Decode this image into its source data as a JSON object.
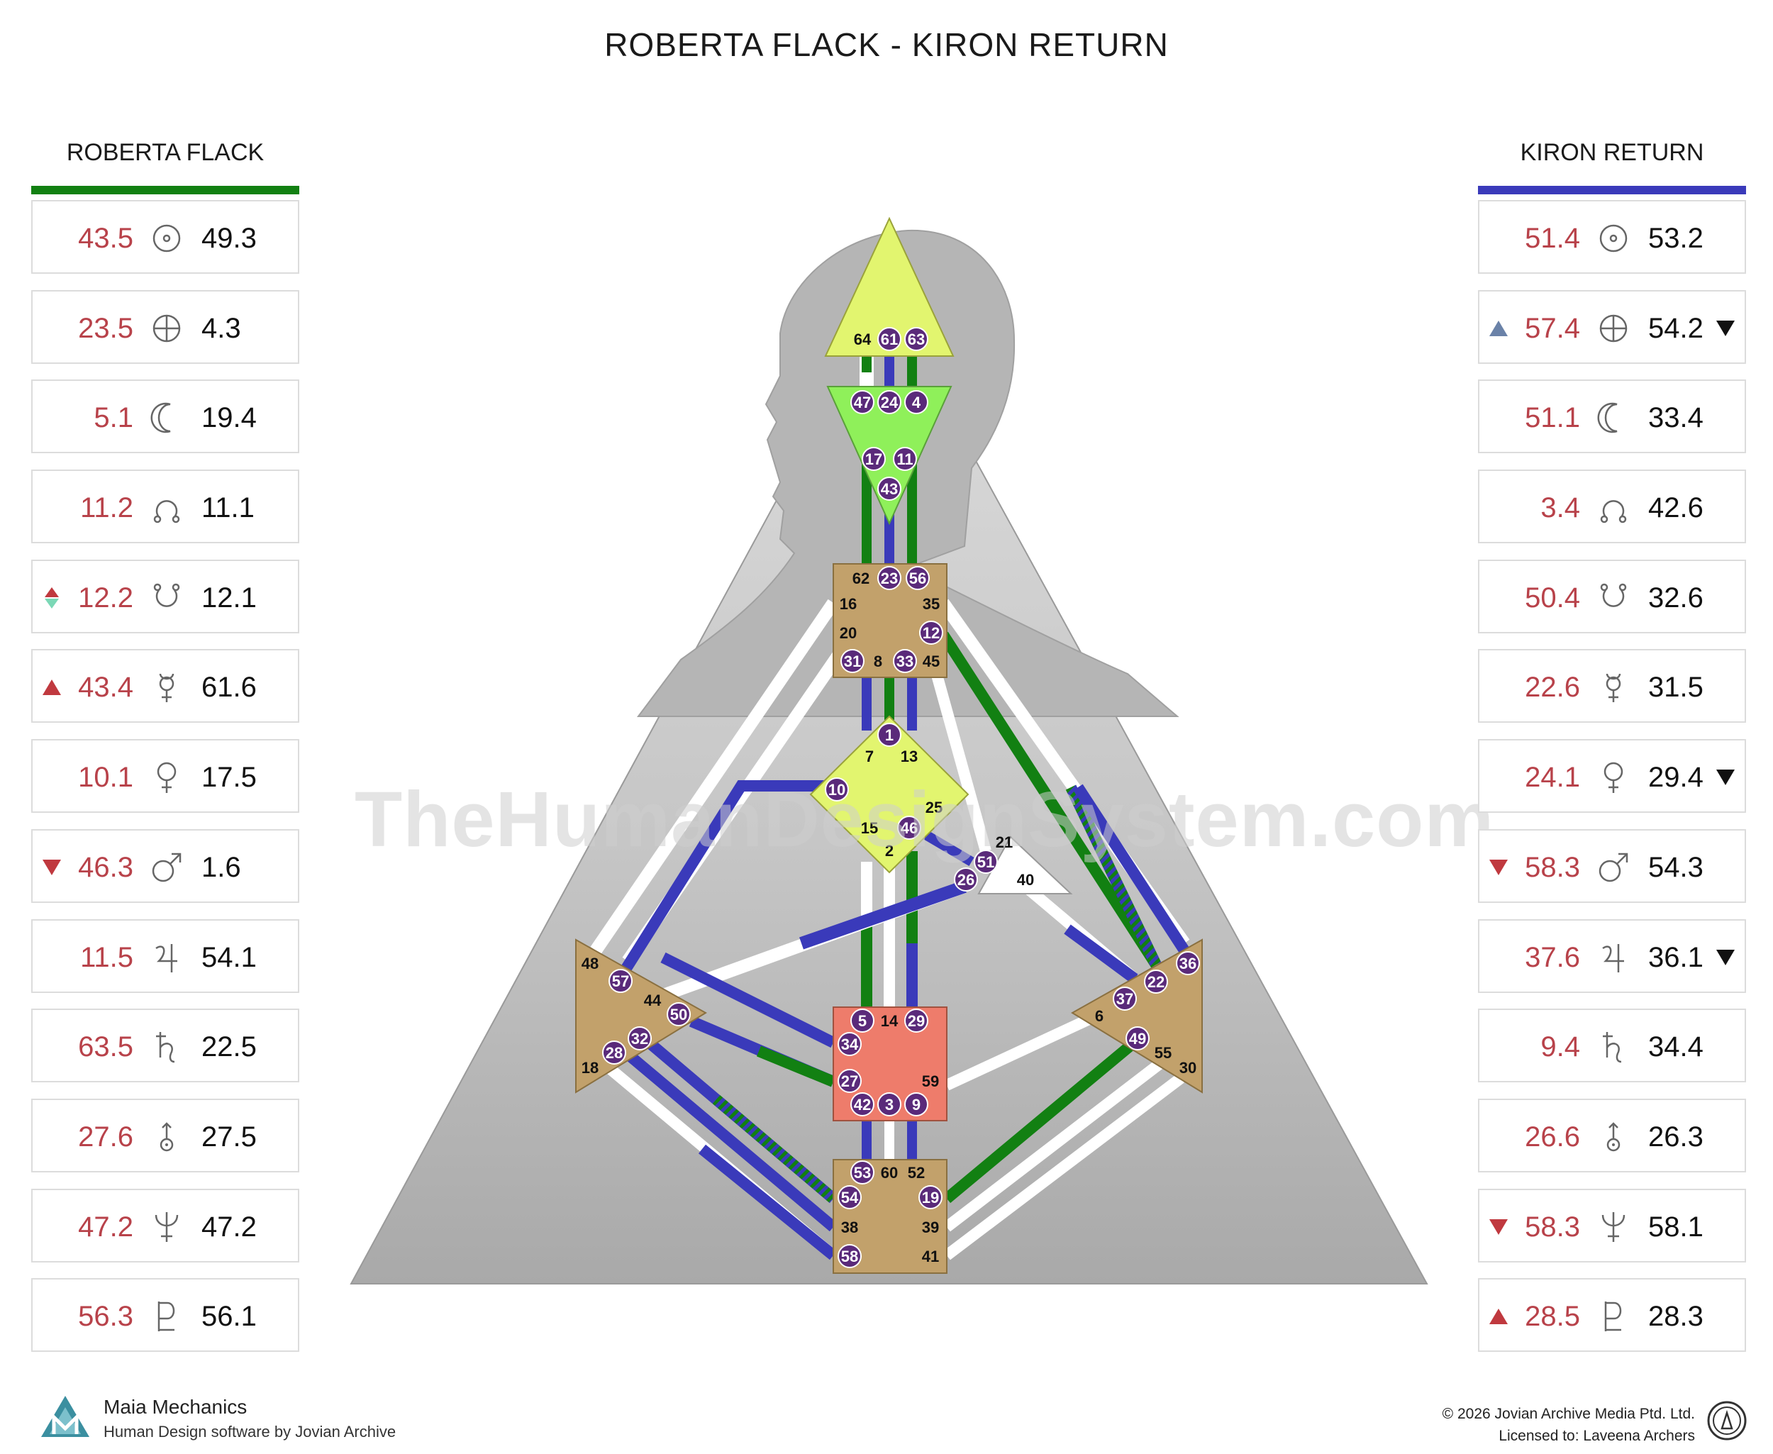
{
  "page_title": "ROBERTA FLACK - KIRON RETURN",
  "watermark": "TheHumanDesignSystem.com",
  "colors": {
    "design": "#b8424a",
    "personality": "#111111",
    "left_accent": "#128012",
    "right_accent": "#3a3aba"
  },
  "left_panel": {
    "title": "ROBERTA FLACK",
    "rows": [
      {
        "planet": "sun-icon",
        "design": "43.5",
        "personality": "49.3"
      },
      {
        "planet": "earth-icon",
        "design": "23.5",
        "personality": "4.3"
      },
      {
        "planet": "moon-icon",
        "design": "5.1",
        "personality": "19.4"
      },
      {
        "planet": "north-node-icon",
        "design": "11.2",
        "personality": "11.1"
      },
      {
        "planet": "south-node-icon",
        "design": "12.2",
        "personality": "12.1",
        "left_arrow": "up-down"
      },
      {
        "planet": "mercury-icon",
        "design": "43.4",
        "personality": "61.6",
        "left_arrow": "up"
      },
      {
        "planet": "venus-icon",
        "design": "10.1",
        "personality": "17.5"
      },
      {
        "planet": "mars-icon",
        "design": "46.3",
        "personality": "1.6",
        "left_arrow": "down"
      },
      {
        "planet": "jupiter-icon",
        "design": "11.5",
        "personality": "54.1"
      },
      {
        "planet": "saturn-icon",
        "design": "63.5",
        "personality": "22.5"
      },
      {
        "planet": "uranus-icon",
        "design": "27.6",
        "personality": "27.5"
      },
      {
        "planet": "neptune-icon",
        "design": "47.2",
        "personality": "47.2"
      },
      {
        "planet": "pluto-icon",
        "design": "56.3",
        "personality": "56.1"
      }
    ]
  },
  "right_panel": {
    "title": "KIRON RETURN",
    "rows": [
      {
        "planet": "sun-icon",
        "design": "51.4",
        "personality": "53.2"
      },
      {
        "planet": "earth-icon",
        "design": "57.4",
        "personality": "54.2",
        "left_arrow": "up-blue",
        "right_arrow": "down"
      },
      {
        "planet": "moon-icon",
        "design": "51.1",
        "personality": "33.4"
      },
      {
        "planet": "north-node-icon",
        "design": "3.4",
        "personality": "42.6"
      },
      {
        "planet": "south-node-icon",
        "design": "50.4",
        "personality": "32.6"
      },
      {
        "planet": "mercury-icon",
        "design": "22.6",
        "personality": "31.5"
      },
      {
        "planet": "venus-icon",
        "design": "24.1",
        "personality": "29.4",
        "right_arrow": "down"
      },
      {
        "planet": "mars-icon",
        "design": "58.3",
        "personality": "54.3",
        "left_arrow": "down"
      },
      {
        "planet": "jupiter-icon",
        "design": "37.6",
        "personality": "36.1",
        "right_arrow": "down"
      },
      {
        "planet": "saturn-icon",
        "design": "9.4",
        "personality": "34.4"
      },
      {
        "planet": "uranus-icon",
        "design": "26.6",
        "personality": "26.3"
      },
      {
        "planet": "neptune-icon",
        "design": "58.3",
        "personality": "58.1",
        "left_arrow": "down"
      },
      {
        "planet": "pluto-icon",
        "design": "28.5",
        "personality": "28.3",
        "left_arrow": "up"
      }
    ]
  },
  "bodygraph": {
    "centers": [
      {
        "name": "head",
        "color": "#e2f56f",
        "gates": [
          {
            "n": "64",
            "active": false
          },
          {
            "n": "61",
            "active": true
          },
          {
            "n": "63",
            "active": true
          }
        ]
      },
      {
        "name": "ajna",
        "color": "#8ff05a",
        "gates": [
          {
            "n": "47",
            "active": true
          },
          {
            "n": "24",
            "active": true
          },
          {
            "n": "4",
            "active": true
          },
          {
            "n": "17",
            "active": true
          },
          {
            "n": "11",
            "active": true
          },
          {
            "n": "43",
            "active": true
          }
        ]
      },
      {
        "name": "throat",
        "color": "#c2a16b",
        "gates": [
          {
            "n": "62",
            "active": false
          },
          {
            "n": "23",
            "active": true
          },
          {
            "n": "56",
            "active": true
          },
          {
            "n": "16",
            "active": false
          },
          {
            "n": "35",
            "active": false
          },
          {
            "n": "20",
            "active": false
          },
          {
            "n": "12",
            "active": true
          },
          {
            "n": "31",
            "active": true
          },
          {
            "n": "8",
            "active": false
          },
          {
            "n": "33",
            "active": true
          },
          {
            "n": "45",
            "active": false
          }
        ]
      },
      {
        "name": "g-center",
        "color": "#e2f56f",
        "gates": [
          {
            "n": "1",
            "active": true
          },
          {
            "n": "7",
            "active": false
          },
          {
            "n": "13",
            "active": false
          },
          {
            "n": "10",
            "active": true
          },
          {
            "n": "25",
            "active": false
          },
          {
            "n": "15",
            "active": false
          },
          {
            "n": "46",
            "active": true
          },
          {
            "n": "2",
            "active": false
          }
        ]
      },
      {
        "name": "ego",
        "color": "#ffffff",
        "gates": [
          {
            "n": "21",
            "active": false
          },
          {
            "n": "51",
            "active": true
          },
          {
            "n": "26",
            "active": true
          },
          {
            "n": "40",
            "active": false
          }
        ]
      },
      {
        "name": "spleen",
        "color": "#c2a16b",
        "gates": [
          {
            "n": "48",
            "active": false
          },
          {
            "n": "57",
            "active": true
          },
          {
            "n": "44",
            "active": false
          },
          {
            "n": "50",
            "active": true
          },
          {
            "n": "32",
            "active": true
          },
          {
            "n": "28",
            "active": true
          },
          {
            "n": "18",
            "active": false
          }
        ]
      },
      {
        "name": "sacral",
        "color": "#ee7c6b",
        "gates": [
          {
            "n": "5",
            "active": true
          },
          {
            "n": "14",
            "active": false
          },
          {
            "n": "29",
            "active": true
          },
          {
            "n": "34",
            "active": true
          },
          {
            "n": "27",
            "active": true
          },
          {
            "n": "59",
            "active": false
          },
          {
            "n": "42",
            "active": true
          },
          {
            "n": "3",
            "active": true
          },
          {
            "n": "9",
            "active": true
          }
        ]
      },
      {
        "name": "solar-plexus",
        "color": "#c2a16b",
        "gates": [
          {
            "n": "36",
            "active": true
          },
          {
            "n": "22",
            "active": true
          },
          {
            "n": "37",
            "active": true
          },
          {
            "n": "6",
            "active": false
          },
          {
            "n": "49",
            "active": true
          },
          {
            "n": "55",
            "active": false
          },
          {
            "n": "30",
            "active": false
          }
        ]
      },
      {
        "name": "root",
        "color": "#c2a16b",
        "gates": [
          {
            "n": "53",
            "active": true
          },
          {
            "n": "60",
            "active": false
          },
          {
            "n": "52",
            "active": false
          },
          {
            "n": "54",
            "active": true
          },
          {
            "n": "19",
            "active": true
          },
          {
            "n": "38",
            "active": false
          },
          {
            "n": "39",
            "active": false
          },
          {
            "n": "58",
            "active": true
          },
          {
            "n": "41",
            "active": false
          }
        ]
      }
    ]
  },
  "footer": {
    "brand": "Maia Mechanics",
    "brand_sub": "Human Design software by Jovian Archive",
    "copyright": "© 2026 Jovian Archive Media Ptd. Ltd.",
    "license": "Licensed to: Laveena Archers"
  }
}
